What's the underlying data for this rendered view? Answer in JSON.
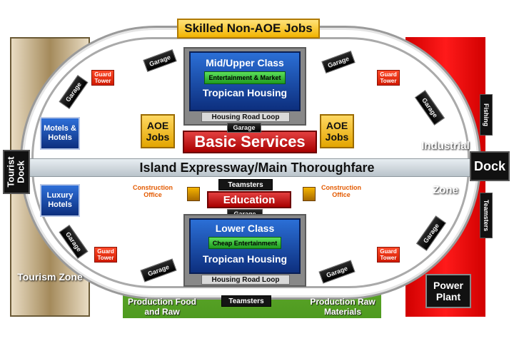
{
  "banner": "Skilled Non-AOE Jobs",
  "expressway": "Island Expressway/Main Thoroughfare",
  "docks": {
    "tourist": "Tourist Dock",
    "industrial": "Dock"
  },
  "zones": {
    "tourism": "Tourism Zone",
    "industrial_top": "Industrial",
    "industrial_bottom": "Zone"
  },
  "upper_housing": {
    "title": "Mid/Upper Class",
    "pill": "Entertainment & Market",
    "subtitle": "Tropican Housing",
    "loop": "Housing Road Loop"
  },
  "lower_housing": {
    "title": "Lower Class",
    "pill": "Cheap Entertainment",
    "subtitle": "Tropican Housing",
    "loop": "Housing Road Loop"
  },
  "aoe_jobs": "AOE Jobs",
  "basic_services": "Basic Services",
  "education": "Education",
  "teamsters": "Teamsters",
  "garage": "Garage",
  "guard_tower": "Guard Tower",
  "construction_office": "Construction Office",
  "tourism": {
    "motels": "Motels & Hotels",
    "luxury": "Luxury Hotels"
  },
  "industrial": {
    "fishing": "Fishing",
    "teamsters": "Teamsters",
    "power_plant": "Power Plant"
  },
  "production": {
    "food": "Production Food and Raw",
    "raw": "Production Raw Materials"
  }
}
